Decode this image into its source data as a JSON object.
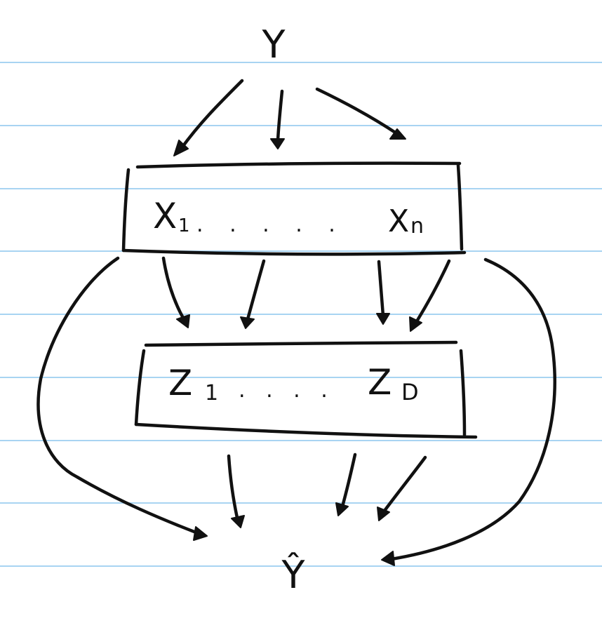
{
  "colors": {
    "paper": "#ffffff",
    "rule_line": "#a8d4f2",
    "ink": "#111111"
  },
  "nodes": {
    "y": "Y",
    "x_first": "X",
    "x_first_sub": "1",
    "x_ellipsis": ". . . . .",
    "x_last": "X",
    "x_last_sub": "n",
    "z_first": "Z",
    "z_first_sub": "1",
    "z_ellipsis": ". . . .",
    "z_last": "Z",
    "z_last_sub": "D",
    "y_hat": "Ŷ"
  }
}
